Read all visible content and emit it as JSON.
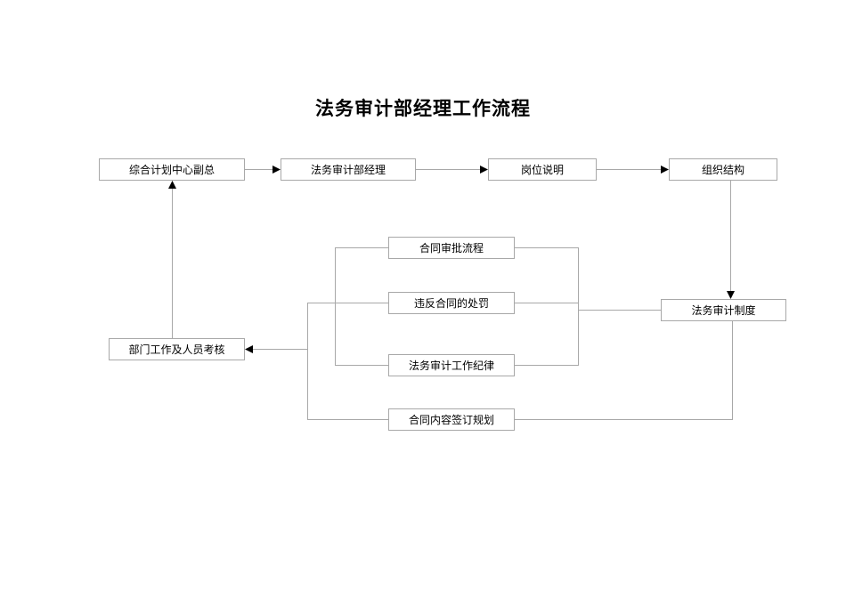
{
  "title": "法务审计部经理工作流程",
  "nodes": {
    "vp": {
      "label": "综合计划中心副总"
    },
    "manager": {
      "label": "法务审计部经理"
    },
    "job": {
      "label": "岗位说明"
    },
    "org": {
      "label": "组织结构"
    },
    "approval": {
      "label": "合同审批流程"
    },
    "penalty": {
      "label": "违反合同的处罚"
    },
    "discipline": {
      "label": "法务审计工作纪律"
    },
    "planning": {
      "label": "合同内容签订规划"
    },
    "system": {
      "label": "法务审计制度"
    },
    "assess": {
      "label": "部门工作及人员考核"
    }
  },
  "edges": [
    {
      "from": "vp",
      "to": "manager",
      "arrow": true
    },
    {
      "from": "manager",
      "to": "job",
      "arrow": true
    },
    {
      "from": "job",
      "to": "org",
      "arrow": true
    },
    {
      "from": "org",
      "to": "system",
      "arrow": true
    },
    {
      "from": "approval",
      "to": "discipline",
      "arrow": false
    },
    {
      "from": "penalty",
      "to": "planning",
      "arrow": false
    },
    {
      "from": "penalty",
      "to": "system",
      "arrow": false
    },
    {
      "from": "approval",
      "to": "system",
      "arrow": false
    },
    {
      "from": "discipline",
      "to": "system",
      "arrow": false
    },
    {
      "from": "planning",
      "to": "system",
      "arrow": false
    },
    {
      "from": "penalty-group",
      "to": "assess",
      "arrow": true
    },
    {
      "from": "assess",
      "to": "vp",
      "arrow": true
    }
  ],
  "colors": {
    "background": "#ffffff",
    "node_border": "#a8a8a8",
    "connector_line": "#a8a8a8",
    "arrowhead": "#000000",
    "text": "#000000"
  }
}
